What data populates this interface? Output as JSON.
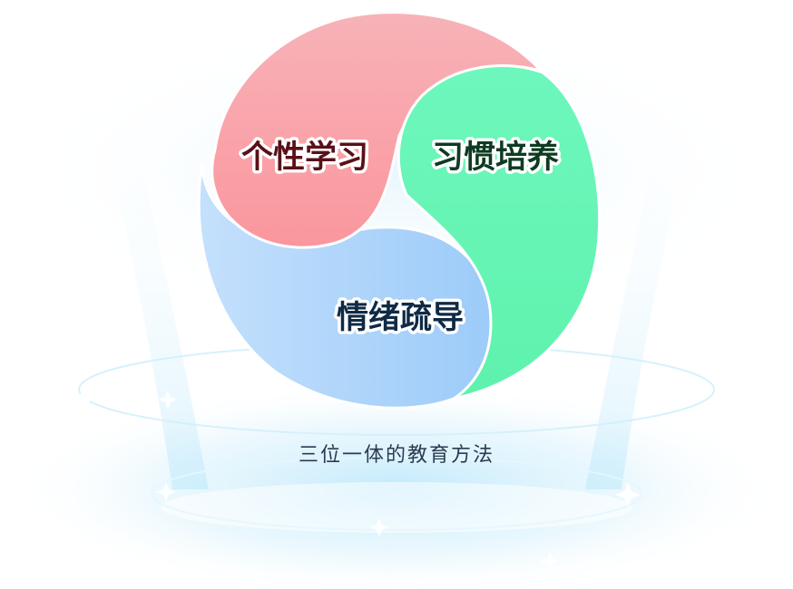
{
  "diagram": {
    "segments": [
      {
        "id": "personal-learning",
        "label": "个性学习",
        "color": "#f7a4a8",
        "text_color": "#5a1018"
      },
      {
        "id": "habit-cultivation",
        "label": "习惯培养",
        "color": "#63f7b5",
        "text_color": "#0d3b22"
      },
      {
        "id": "emotional-guidance",
        "label": "情绪疏导",
        "color": "#a9d3fb",
        "text_color": "#102a45"
      }
    ],
    "caption": "三位一体的教育方法"
  },
  "colors": {
    "background_glow": "#c9ecfb",
    "sparkle": "#e6f7ff"
  }
}
